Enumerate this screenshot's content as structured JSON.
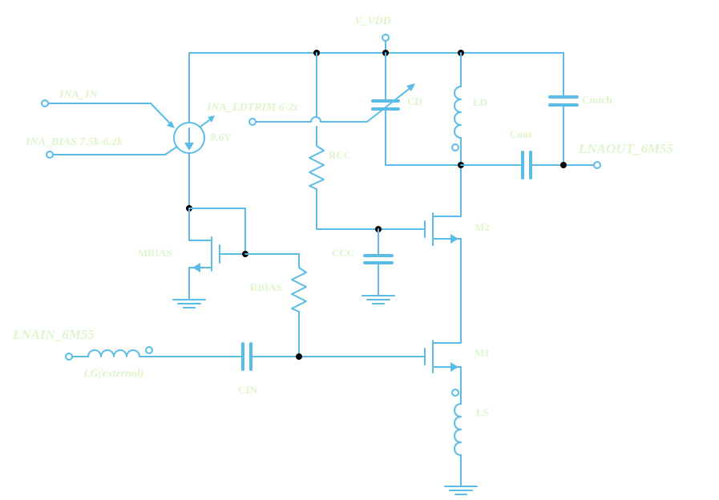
{
  "labels": {
    "vdd": "V_VDD",
    "ina_in": "INA_IN",
    "ina_bias": "INA_BIAS 7.5k-6.2k",
    "ina_ldtrim": "INA_LDTRIM 6-2z",
    "bias_val": "9.6V",
    "rcc": "RCC",
    "cd": "CD",
    "ld": "LD",
    "cmtch": "Cmtch",
    "cout": "Cout",
    "rfout": "LNAOUT_6M55",
    "m2": "M2",
    "m1": "M1",
    "ccc": "CCC",
    "mbias": "MBIAS",
    "rbias": "RBIAS",
    "rfin": "LNAIN_6M55",
    "lg": "LG(external)",
    "cin": "CIN",
    "ls": "LS"
  },
  "colors": {
    "wire": "#5bbde6",
    "label": "#dff5cc",
    "node": "#000000",
    "background": "#ffffff"
  }
}
